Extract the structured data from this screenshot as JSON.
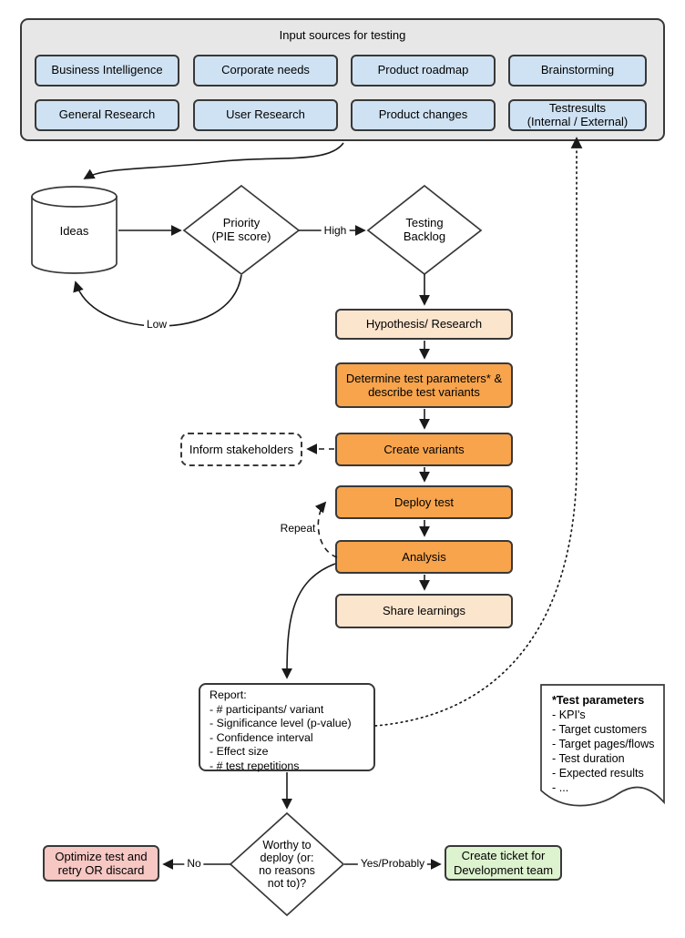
{
  "colors": {
    "gray": "#e7e7e7",
    "blue": "#cfe2f3",
    "orange": "#f7a44d",
    "peach": "#fce5cd",
    "red": "#f6c7c3",
    "green": "#ddf2ce",
    "stroke": "#383838",
    "line": "#1a1a1a"
  },
  "input_sources": {
    "title": "Input sources for testing",
    "boxes": [
      "Business Intelligence",
      "Corporate needs",
      "Product roadmap",
      "Brainstorming",
      "General Research",
      "User Research",
      "Product changes",
      "Testresults\n(Internal / External)"
    ]
  },
  "nodes": {
    "ideas": "Ideas",
    "priority": "Priority\n(PIE score)",
    "testing_backlog": "Testing\nBacklog",
    "hypothesis": "Hypothesis/ Research",
    "determine": "Determine test parameters* &\ndescribe test variants",
    "create_variants": "Create variants",
    "inform_stakeholders": "Inform stakeholders",
    "deploy_test": "Deploy test",
    "analysis": "Analysis",
    "share_learnings": "Share learnings",
    "optimize": "Optimize test and\nretry OR discard",
    "create_ticket": "Create ticket for\nDevelopment team",
    "worthy": "Worthy to\ndeploy (or:\nno reasons\nnot to)?"
  },
  "edge_labels": {
    "high": "High",
    "low": "Low",
    "repeat": "Repeat",
    "no": "No",
    "yes": "Yes/Probably"
  },
  "report": {
    "title": "Report:",
    "items": [
      "- # participants/ variant",
      "- Significance level (p-value)",
      "- Confidence interval",
      "- Effect size",
      "- # test repetitions"
    ]
  },
  "note": {
    "title": "*Test parameters",
    "items": [
      "- KPI's",
      "- Target customers",
      "- Target pages/flows",
      "- Test duration",
      "- Expected results",
      "- ..."
    ]
  }
}
